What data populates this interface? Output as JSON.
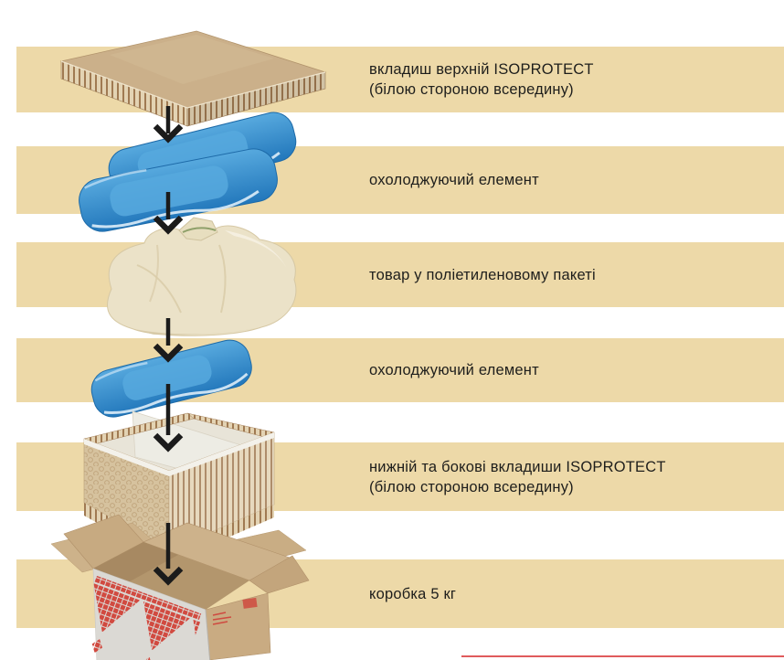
{
  "diagram": {
    "language": "uk",
    "steps": [
      {
        "item": "isoprotect-top-insert",
        "illustration": "honeycomb-cardboard-panel",
        "line1": "вкладиш верхній ISOPROTECT",
        "line2": "(білою стороною всередину)"
      },
      {
        "item": "cooling-element-top",
        "illustration": "two-blue-gel-packs",
        "line1": "охолоджуючий елемент",
        "line2": ""
      },
      {
        "item": "product-in-bag",
        "illustration": "product-in-polyethylene-bag",
        "line1": "товар у поліетиленовому пакеті",
        "line2": ""
      },
      {
        "item": "cooling-element-bottom",
        "illustration": "blue-gel-pack",
        "line1": "охолоджуючий елемент",
        "line2": ""
      },
      {
        "item": "isoprotect-bottom-side-inserts",
        "illustration": "honeycomb-cardboard-tray",
        "line1": "нижній та бокові вкладиши ISOPROTECT",
        "line2": "(білою стороною всередину)"
      },
      {
        "item": "box-5kg",
        "illustration": "open-cardboard-box-with-red-ornament",
        "line1": "коробка 5 кг",
        "line2": ""
      }
    ],
    "colors": {
      "stripe_beige": "#edd9a8",
      "text": "#1e1e1c",
      "arrow_black": "#1b1b1b",
      "cardboard_tan": "#cbb08a",
      "gel_pack_blue": "#2e86c8",
      "bag_cream": "#ebe2c8",
      "ornament_red": "#d14a40",
      "bottom_rule_red": "#e05b5c"
    }
  }
}
